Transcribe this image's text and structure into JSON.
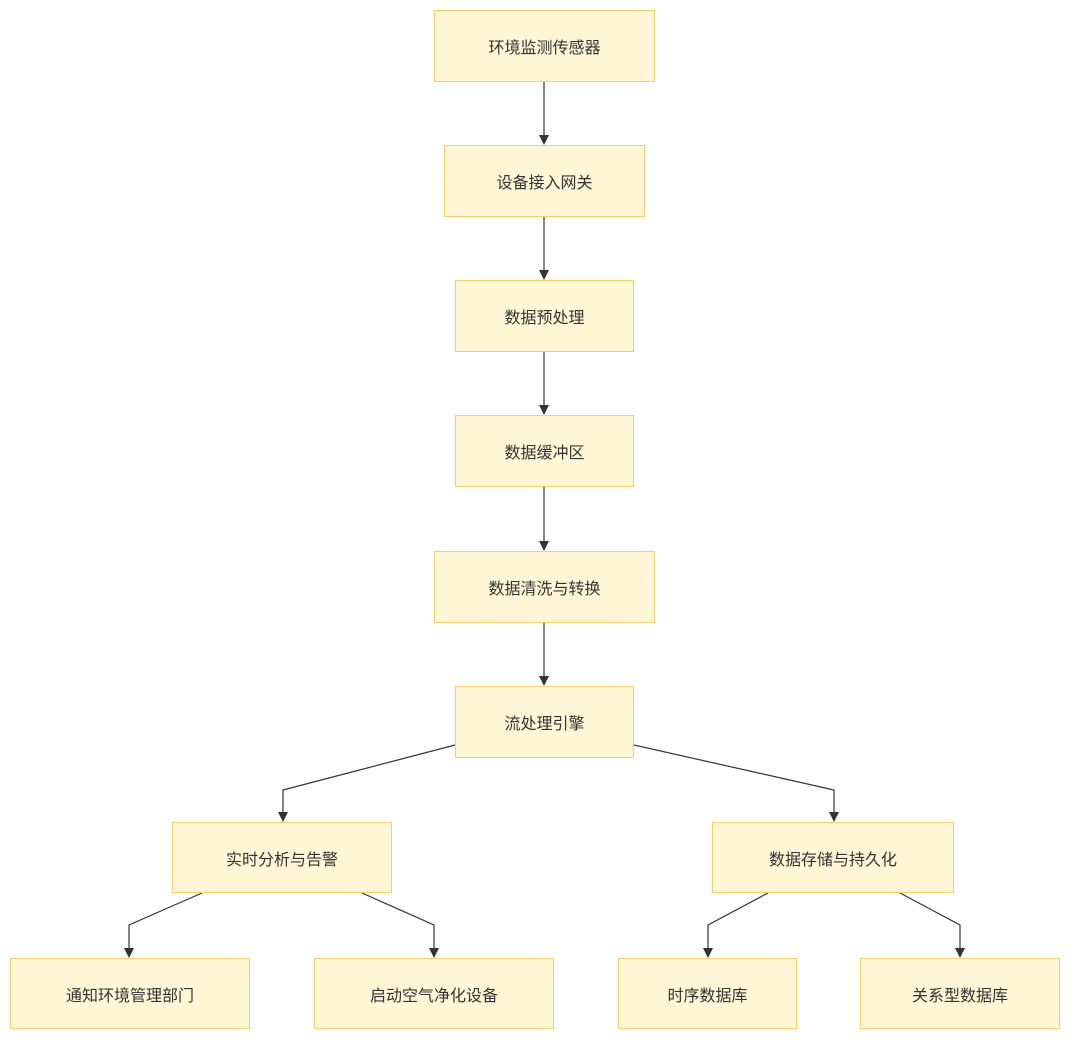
{
  "flowchart": {
    "nodes": {
      "sensor": "环境监测传感器",
      "gateway": "设备接入网关",
      "preprocess": "数据预处理",
      "buffer": "数据缓冲区",
      "clean": "数据清洗与转换",
      "stream": "流处理引擎",
      "analysis": "实时分析与告警",
      "storage": "数据存储与持久化",
      "notify": "通知环境管理部门",
      "purifier": "启动空气净化设备",
      "tsdb": "时序数据库",
      "rdb": "关系型数据库"
    },
    "edges": [
      {
        "from": "sensor",
        "to": "gateway"
      },
      {
        "from": "gateway",
        "to": "preprocess"
      },
      {
        "from": "preprocess",
        "to": "buffer"
      },
      {
        "from": "buffer",
        "to": "clean"
      },
      {
        "from": "clean",
        "to": "stream"
      },
      {
        "from": "stream",
        "to": "analysis"
      },
      {
        "from": "stream",
        "to": "storage"
      },
      {
        "from": "analysis",
        "to": "notify"
      },
      {
        "from": "analysis",
        "to": "purifier"
      },
      {
        "from": "storage",
        "to": "tsdb"
      },
      {
        "from": "storage",
        "to": "rdb"
      }
    ],
    "colors": {
      "node_fill": "#fff6d6",
      "node_border": "#f2cf6a",
      "edge": "#333333"
    }
  }
}
